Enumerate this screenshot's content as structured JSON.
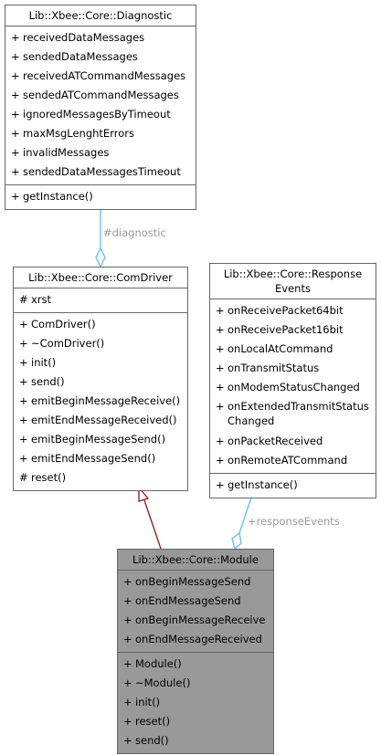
{
  "diagnostic": {
    "title": "Lib::Xbee::Core::Diagnostic",
    "attributes": [
      {
        "vis": "+",
        "name": "receivedDataMessages"
      },
      {
        "vis": "+",
        "name": "sendedDataMessages"
      },
      {
        "vis": "+",
        "name": "receivedATCommandMessages"
      },
      {
        "vis": "+",
        "name": "sendedATCommandMessages"
      },
      {
        "vis": "+",
        "name": "ignoredMessagesByTimeout"
      },
      {
        "vis": "+",
        "name": "maxMsgLenghtErrors"
      },
      {
        "vis": "+",
        "name": "invalidMessages"
      },
      {
        "vis": "+",
        "name": "sendedDataMessagesTimeout"
      }
    ],
    "operations": [
      {
        "vis": "+",
        "name": "getInstance()"
      }
    ]
  },
  "comdriver": {
    "title": "Lib::Xbee::Core::ComDriver",
    "attributes": [
      {
        "vis": "#",
        "name": "xrst"
      }
    ],
    "operations": [
      {
        "vis": "+",
        "name": "ComDriver()"
      },
      {
        "vis": "+",
        "name": "~ComDriver()"
      },
      {
        "vis": "+",
        "name": "init()"
      },
      {
        "vis": "+",
        "name": "send()"
      },
      {
        "vis": "+",
        "name": "emitBeginMessageReceive()"
      },
      {
        "vis": "+",
        "name": "emitEndMessageReceived()"
      },
      {
        "vis": "+",
        "name": "emitBeginMessageSend()"
      },
      {
        "vis": "+",
        "name": "emitEndMessageSend()"
      },
      {
        "vis": "#",
        "name": "reset()"
      }
    ]
  },
  "response": {
    "title_line1": "Lib::Xbee::Core::Response",
    "title_line2": "Events",
    "attributes": [
      {
        "vis": "+",
        "name": "onReceivePacket64bit"
      },
      {
        "vis": "+",
        "name": "onReceivePacket16bit"
      },
      {
        "vis": "+",
        "name": "onLocalAtCommand"
      },
      {
        "vis": "+",
        "name": "onTransmitStatus"
      },
      {
        "vis": "+",
        "name": "onModemStatusChanged"
      },
      {
        "vis": "+",
        "name": "onExtendedTransmitStatus Changed"
      },
      {
        "vis": "+",
        "name": "onPacketReceived"
      },
      {
        "vis": "+",
        "name": "onRemoteATCommand"
      }
    ],
    "operations": [
      {
        "vis": "+",
        "name": "getInstance()"
      }
    ]
  },
  "module": {
    "title": "Lib::Xbee::Core::Module",
    "attributes": [
      {
        "vis": "+",
        "name": "onBeginMessageSend"
      },
      {
        "vis": "+",
        "name": "onEndMessageSend"
      },
      {
        "vis": "+",
        "name": "onBeginMessageReceive"
      },
      {
        "vis": "+",
        "name": "onEndMessageReceived"
      }
    ],
    "operations": [
      {
        "vis": "+",
        "name": "Module()"
      },
      {
        "vis": "+",
        "name": "~Module()"
      },
      {
        "vis": "+",
        "name": "init()"
      },
      {
        "vis": "+",
        "name": "reset()"
      },
      {
        "vis": "+",
        "name": "send()"
      }
    ]
  },
  "edges": {
    "diagnostic_label": "#diagnostic",
    "response_label": "+responseEvents"
  },
  "colors": {
    "aggregation_edge": "#63b8ff",
    "inheritance_edge": "#8b1a1a",
    "label_text": "#9a9a9a",
    "main_class_fill": "#999999"
  }
}
